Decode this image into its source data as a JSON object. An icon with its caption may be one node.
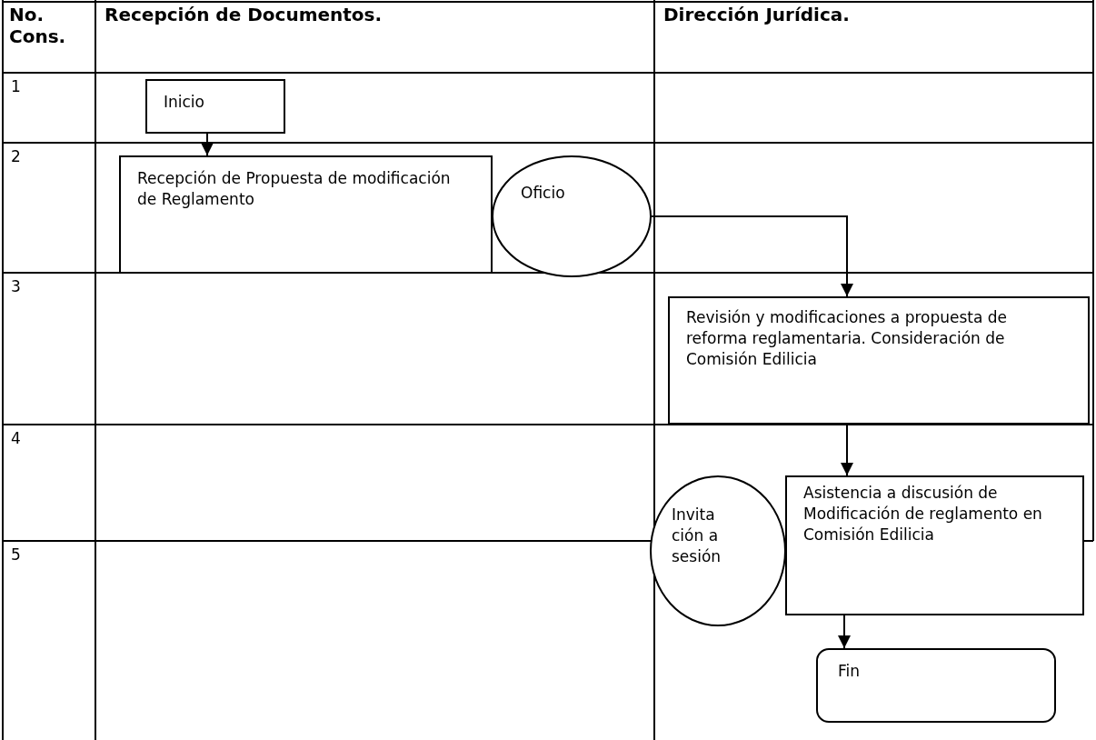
{
  "diagram": {
    "nodes": [
      {
        "text": [
          "Inicio"
        ]
      },
      {
        "text": [
          "Recepción de Propuesta de modificación de Reglamento"
        ]
      },
      {
        "text": [
          "Oficio"
        ]
      },
      {
        "text": [
          "Revisión y modificaciones  a propuesta de reforma reglamentaria. Consideración de Comisión Edilicia"
        ]
      },
      {
        "text": [
          "Invita ción a sesión"
        ]
      },
      {
        "text": [
          "Asistencia a discusión de  Modificación de reglamento en Comisión Edilicia"
        ]
      },
      {
        "text": [
          "Fin"
        ]
      }
    ],
    "edges": [
      {
        "from": 0,
        "to": 1,
        "arrow": "to"
      },
      {
        "from": 2,
        "to": 3,
        "arrow": "to"
      },
      {
        "from": 3,
        "to": 5,
        "arrow": "to"
      },
      {
        "from": 5,
        "to": 6,
        "arrow": "to"
      }
    ],
    "labels": [
      "No. Cons.",
      "**Recepción de Documentos**.",
      "Dirección Jurídica.",
      "1",
      "2",
      "3",
      "4",
      "5"
    ]
  }
}
